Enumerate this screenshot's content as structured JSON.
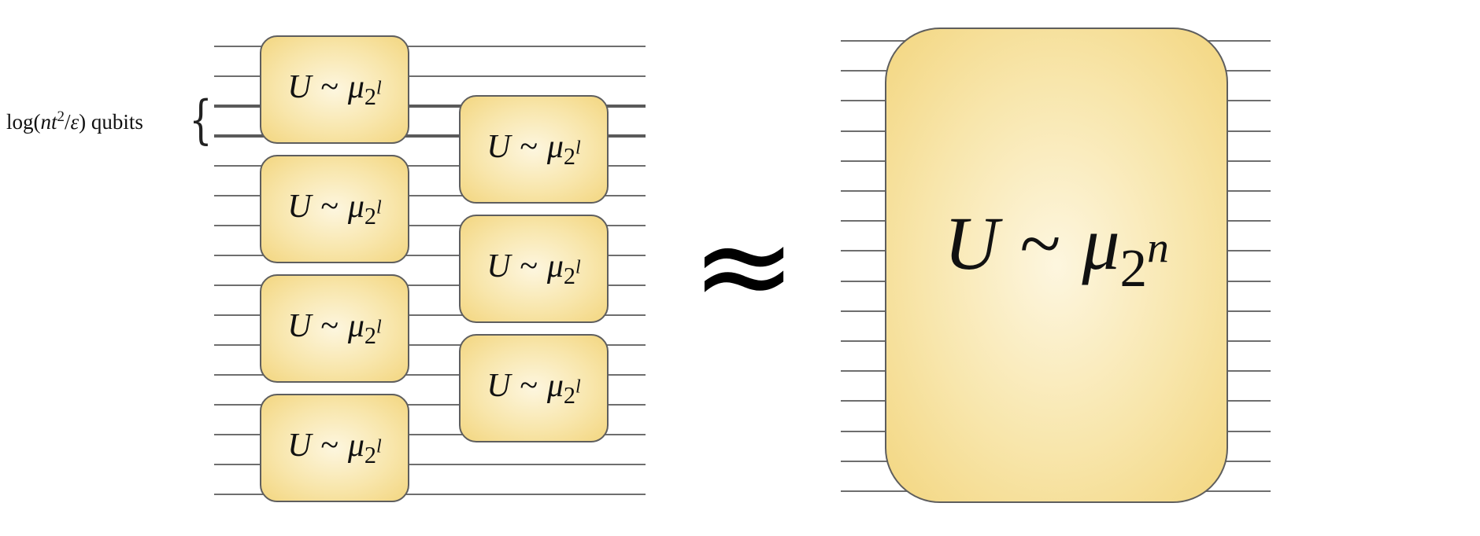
{
  "left_circuit": {
    "qubit_label": {
      "prefix": "log(",
      "n": "n",
      "t": "t",
      "exp": "2",
      "slash": "/",
      "eps": "ε",
      "suffix": ") qubits"
    },
    "gate": {
      "U": "U",
      "tilde": "~",
      "mu": "μ",
      "sub_base": "2",
      "sub_exp": "l"
    },
    "num_wires": 16,
    "highlighted_wires": [
      3,
      4
    ],
    "layer1_gate_count": 4,
    "layer2_gate_count": 3
  },
  "relation_symbol": "≈",
  "right_circuit": {
    "gate": {
      "U": "U",
      "tilde": "~",
      "mu": "μ",
      "sub_base": "2",
      "sub_exp": "n"
    },
    "num_wires": 16
  },
  "colors": {
    "gate_fill_center": "#fdf6df",
    "gate_fill_edge": "#f3d680",
    "gate_border": "#5e5e5e",
    "wire": "#6e6e6e"
  }
}
